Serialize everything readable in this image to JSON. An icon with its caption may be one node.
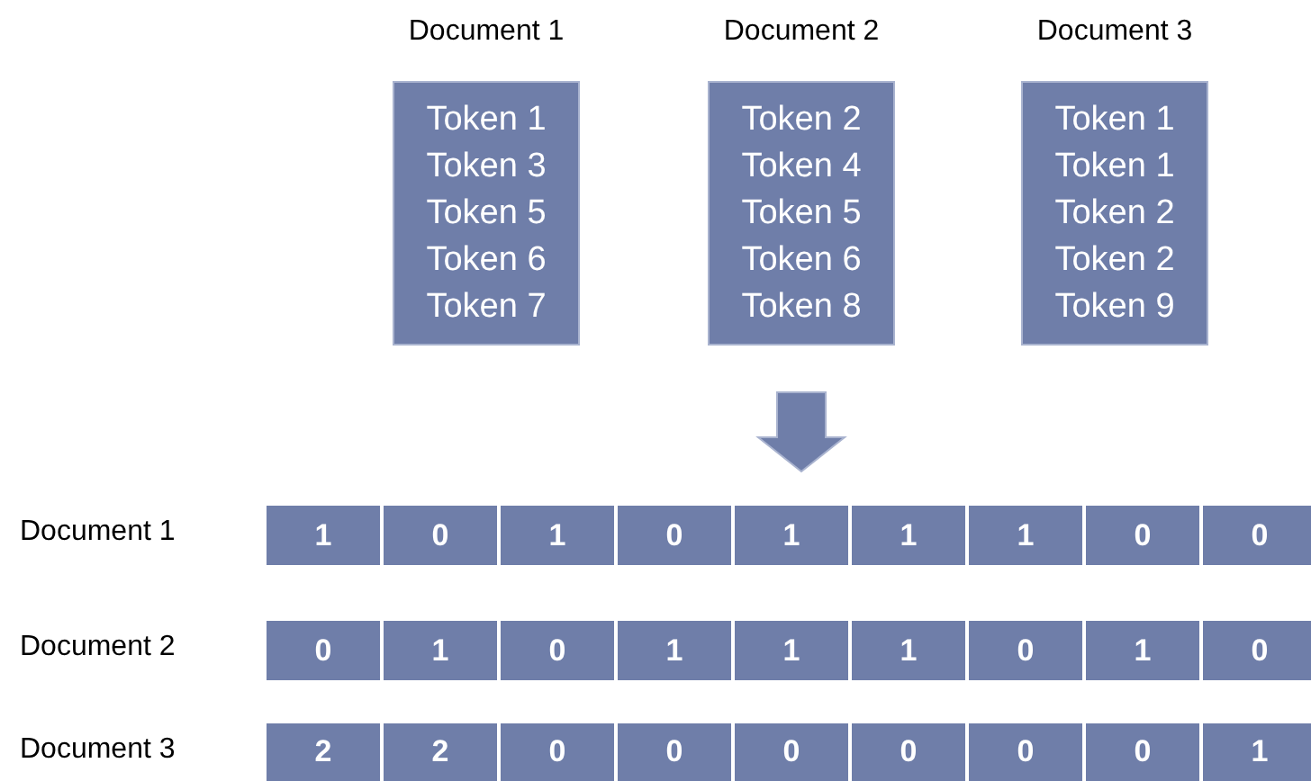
{
  "diagram": {
    "nodes": [
      {
        "text": [
          "Document 1",
          "Token 1",
          "Token 3",
          "Token 5",
          "Token 6",
          "Token 7"
        ]
      },
      {
        "text": [
          "Document 2",
          "Token 2",
          "Token 4",
          "Token 5",
          "Token 6",
          "Token 8"
        ]
      },
      {
        "text": [
          "Document 3",
          "Token 1",
          "Token 1",
          "Token 2",
          "Token 2",
          "Token 9"
        ]
      },
      {
        "text": [],
        "shape": "bar",
        "beside": [
          "Document 1"
        ]
      },
      {
        "text": [
          "1"
        ],
        "in": 3
      },
      {
        "text": [
          "0"
        ],
        "in": 3
      },
      {
        "text": [
          "1"
        ],
        "in": 3
      },
      {
        "text": [
          "0"
        ],
        "in": 3
      },
      {
        "text": [
          "1"
        ],
        "in": 3
      },
      {
        "text": [
          "1"
        ],
        "in": 3
      },
      {
        "text": [
          "1"
        ],
        "in": 3
      },
      {
        "text": [
          "0"
        ],
        "in": 3
      },
      {
        "text": [
          "0"
        ],
        "in": 3
      },
      {
        "text": [],
        "shape": "bar",
        "beside": [
          "Document 2"
        ]
      },
      {
        "text": [
          "0"
        ],
        "in": 13
      },
      {
        "text": [
          "1"
        ],
        "in": 13
      },
      {
        "text": [
          "0"
        ],
        "in": 13
      },
      {
        "text": [
          "1"
        ],
        "in": 13
      },
      {
        "text": [
          "1"
        ],
        "in": 13
      },
      {
        "text": [
          "1"
        ],
        "in": 13
      },
      {
        "text": [
          "0"
        ],
        "in": 13
      },
      {
        "text": [
          "1"
        ],
        "in": 13
      },
      {
        "text": [
          "0"
        ],
        "in": 13
      },
      {
        "text": [],
        "shape": "bar",
        "beside": [
          "Document 3"
        ]
      },
      {
        "text": [
          "2"
        ],
        "in": 23
      },
      {
        "text": [
          "2"
        ],
        "in": 23
      },
      {
        "text": [
          "0"
        ],
        "in": 23
      },
      {
        "text": [
          "0"
        ],
        "in": 23
      },
      {
        "text": [
          "0"
        ],
        "in": 23
      },
      {
        "text": [
          "0"
        ],
        "in": 23
      },
      {
        "text": [
          "0"
        ],
        "in": 23
      },
      {
        "text": [
          "0"
        ],
        "in": 23
      },
      {
        "text": [
          "1"
        ],
        "in": 23
      }
    ],
    "edges": [
      {
        "from": 1,
        "to": 3,
        "arrow": "to"
      }
    ]
  }
}
